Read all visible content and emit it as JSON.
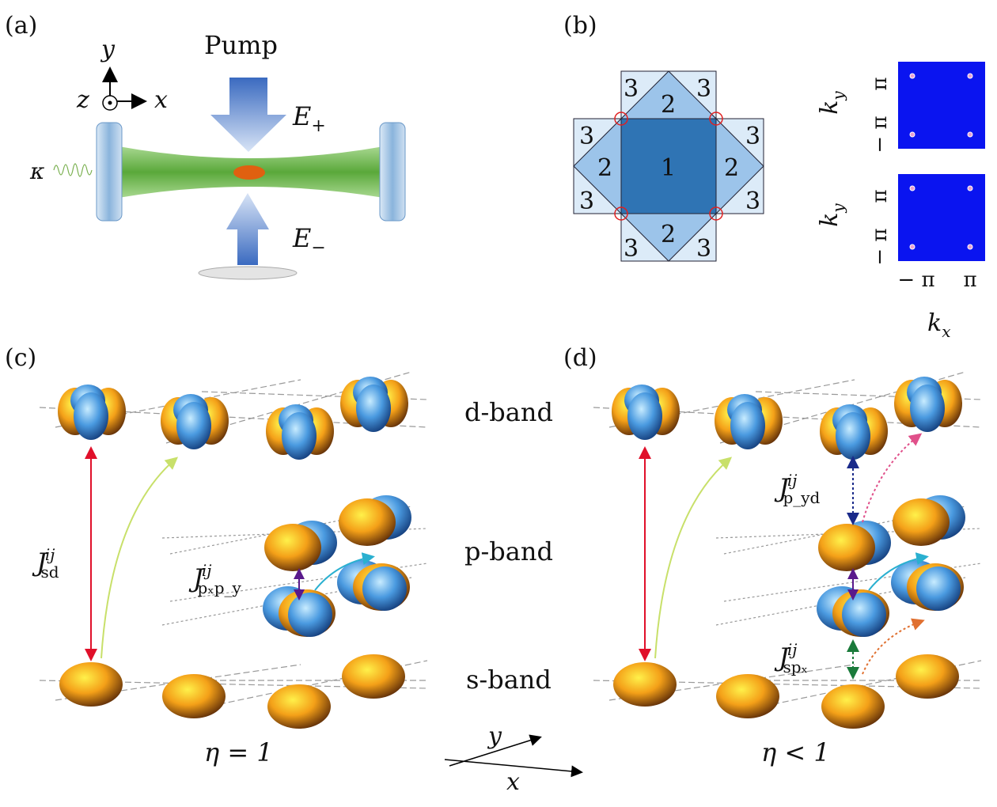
{
  "panels": {
    "a": {
      "label": "(a)",
      "pump": "Pump",
      "axis_y": "y",
      "axis_x": "x",
      "axis_z": "z",
      "kappa": "κ",
      "e_plus": "E",
      "e_plus_sub": "+",
      "e_minus": "E",
      "e_minus_sub": "−"
    },
    "b": {
      "label": "(b)",
      "regions": {
        "one": "1",
        "two": "2",
        "three": "3"
      },
      "ky": "k",
      "ky_sub": "y",
      "kx": "k",
      "kx_sub": "x",
      "tick_pi": "π",
      "tick_minus_pi": "− π"
    },
    "c": {
      "label": "(c)",
      "eta": "η = 1",
      "j_sd": "J",
      "j_sd_sup": "ij",
      "j_sd_sub": "sd",
      "j_pp": "J",
      "j_pp_sup": "ij",
      "j_pp_sub": "pₓp_y"
    },
    "d": {
      "label": "(d)",
      "eta": "η < 1",
      "j_pyd": "J",
      "j_pyd_sup": "ij",
      "j_pyd_sub": "p_yd",
      "j_spx": "J",
      "j_spx_sup": "ij",
      "j_spx_sub": "spₓ"
    }
  },
  "bands": {
    "d": "d-band",
    "p": "p-band",
    "s": "s-band"
  },
  "axes": {
    "y": "y",
    "x": "x"
  },
  "colors": {
    "red": "#e0102a",
    "lime": "#c8e06a",
    "purple": "#5a1a8c",
    "cyan": "#2ab0d0",
    "navy": "#1a2a8a",
    "pink": "#e0508a",
    "green": "#1a7a3a",
    "orange": "#e07030",
    "bz": "#0a14f0"
  }
}
